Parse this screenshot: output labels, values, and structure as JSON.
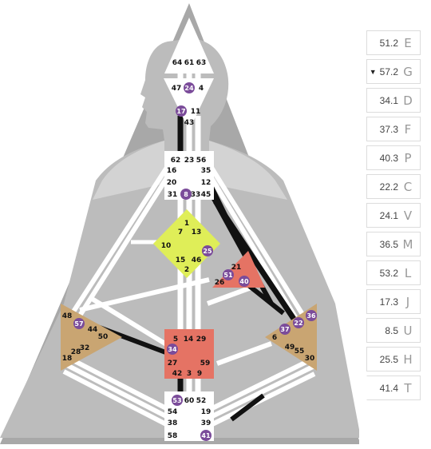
{
  "colors": {
    "background_triangle": "#a8a8a8",
    "silhouette": "#bcbcbc",
    "inactive": "#ffffff",
    "active": "#111111",
    "gate_activated": "#7b4c9a",
    "throat_center": "#ffffff",
    "g_center": "#dfee58",
    "spleen_center": "#c9a572",
    "sacral_center": "#e57364",
    "ego_center": "#e57364",
    "esp_center": "#c9a572"
  },
  "centers": {
    "head": {
      "gates": [
        "64",
        "61",
        "63"
      ]
    },
    "ajna": {
      "gates": [
        "47",
        "24",
        "4",
        "17",
        "11",
        "43"
      ],
      "activated": [
        "24",
        "17"
      ]
    },
    "throat": {
      "gates": [
        "62",
        "23",
        "56",
        "16",
        "35",
        "20",
        "12",
        "31",
        "8",
        "33",
        "45"
      ],
      "activated": [
        "8"
      ]
    },
    "g": {
      "gates": [
        "1",
        "7",
        "13",
        "10",
        "25",
        "15",
        "46",
        "2"
      ],
      "activated": [
        "25"
      ]
    },
    "ego": {
      "gates": [
        "21",
        "26",
        "51",
        "40"
      ],
      "activated": [
        "51",
        "40"
      ]
    },
    "spleen": {
      "gates": [
        "48",
        "57",
        "44",
        "50",
        "32",
        "28",
        "18"
      ],
      "activated": [
        "57"
      ]
    },
    "sacral": {
      "gates": [
        "5",
        "14",
        "29",
        "34",
        "27",
        "59",
        "42",
        "3",
        "9"
      ],
      "activated": [
        "34"
      ]
    },
    "solar_plexus": {
      "gates": [
        "36",
        "22",
        "37",
        "6",
        "49",
        "55",
        "30"
      ],
      "activated": [
        "36",
        "22",
        "37"
      ]
    },
    "root": {
      "gates": [
        "53",
        "60",
        "52",
        "54",
        "19",
        "38",
        "39",
        "58",
        "41"
      ],
      "activated": [
        "53",
        "41"
      ]
    }
  },
  "planets": [
    {
      "value": "51.2",
      "symbol": "E",
      "marker": ""
    },
    {
      "value": "57.2",
      "symbol": "G",
      "marker": "▼"
    },
    {
      "value": "34.1",
      "symbol": "D",
      "marker": ""
    },
    {
      "value": "37.3",
      "symbol": "F",
      "marker": ""
    },
    {
      "value": "40.3",
      "symbol": "P",
      "marker": ""
    },
    {
      "value": "22.2",
      "symbol": "C",
      "marker": ""
    },
    {
      "value": "24.1",
      "symbol": "V",
      "marker": ""
    },
    {
      "value": "36.5",
      "symbol": "M",
      "marker": ""
    },
    {
      "value": "53.2",
      "symbol": "L",
      "marker": ""
    },
    {
      "value": "17.3",
      "symbol": "J",
      "marker": ""
    },
    {
      "value": "8.5",
      "symbol": "U",
      "marker": ""
    },
    {
      "value": "25.5",
      "symbol": "H",
      "marker": ""
    },
    {
      "value": "41.4",
      "symbol": "T",
      "marker": ""
    }
  ]
}
